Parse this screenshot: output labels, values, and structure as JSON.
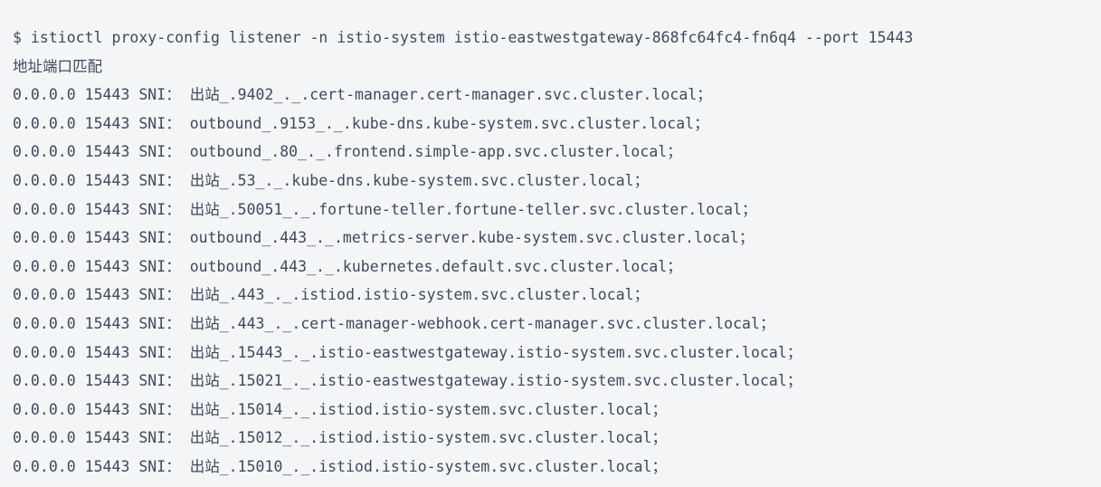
{
  "terminal": {
    "prompt_symbol": "$",
    "command": "$ istioctl proxy-config listener -n istio-system istio-eastwestgateway-868fc64fc4-fn6q4 --port 15443",
    "column_header": "地址端口匹配",
    "colors": {
      "background": "#f4f5f7",
      "text": "#3c4a5e"
    },
    "rows": [
      "0.0.0.0 15443 SNI： 出站_.9402_._.cert-manager.cert-manager.svc.cluster.local；",
      "0.0.0.0 15443 SNI： outbound_.9153_._.kube-dns.kube-system.svc.cluster.local；",
      "0.0.0.0 15443 SNI： outbound_.80_._.frontend.simple-app.svc.cluster.local；",
      "0.0.0.0 15443 SNI： 出站_.53_._.kube-dns.kube-system.svc.cluster.local；",
      "0.0.0.0 15443 SNI： 出站_.50051_._.fortune-teller.fortune-teller.svc.cluster.local；",
      "0.0.0.0 15443 SNI： outbound_.443_._.metrics-server.kube-system.svc.cluster.local；",
      "0.0.0.0 15443 SNI： outbound_.443_._.kubernetes.default.svc.cluster.local；",
      "0.0.0.0 15443 SNI： 出站_.443_._.istiod.istio-system.svc.cluster.local；",
      "0.0.0.0 15443 SNI： 出站_.443_._.cert-manager-webhook.cert-manager.svc.cluster.local；",
      "0.0.0.0 15443 SNI： 出站_.15443_._.istio-eastwestgateway.istio-system.svc.cluster.local；",
      "0.0.0.0 15443 SNI： 出站_.15021_._.istio-eastwestgateway.istio-system.svc.cluster.local；",
      "0.0.0.0 15443 SNI： 出站_.15014_._.istiod.istio-system.svc.cluster.local；",
      "0.0.0.0 15443 SNI： 出站_.15012_._.istiod.istio-system.svc.cluster.local；",
      "0.0.0.0 15443 SNI： 出站_.15010_._.istiod.istio-system.svc.cluster.local；"
    ]
  }
}
